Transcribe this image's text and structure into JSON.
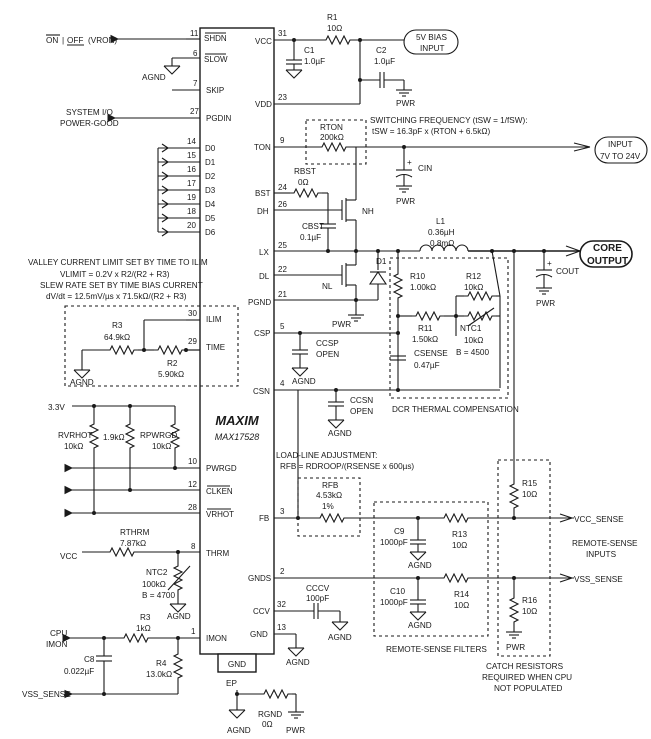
{
  "chip": {
    "logo": "MAXIM",
    "part_number": "MAX17528"
  },
  "pins_left": {
    "shdn": {
      "num": "11",
      "name": "SHDN"
    },
    "slow": {
      "num": "6",
      "name": "SLOW"
    },
    "skip": {
      "num": "7",
      "name": "SKIP"
    },
    "pgdin": {
      "num": "27",
      "name": "PGDIN"
    },
    "d": [
      {
        "num": "14",
        "name": "D0"
      },
      {
        "num": "15",
        "name": "D1"
      },
      {
        "num": "16",
        "name": "D2"
      },
      {
        "num": "17",
        "name": "D3"
      },
      {
        "num": "19",
        "name": "D4"
      },
      {
        "num": "18",
        "name": "D5"
      },
      {
        "num": "20",
        "name": "D6"
      }
    ],
    "ilim": {
      "num": "30",
      "name": "ILIM"
    },
    "time": {
      "num": "29",
      "name": "TIME"
    },
    "pwrgd": {
      "num": "10",
      "name": "PWRGD"
    },
    "clken": {
      "num": "12",
      "name": "CLKEN"
    },
    "vrhot": {
      "num": "28",
      "name": "VRHOT"
    },
    "thrm": {
      "num": "8",
      "name": "THRM"
    },
    "imon": {
      "num": "1",
      "name": "IMON"
    }
  },
  "pins_right": {
    "vcc": {
      "num": "31",
      "name": "VCC"
    },
    "vdd": {
      "num": "23",
      "name": "VDD"
    },
    "ton": {
      "num": "9",
      "name": "TON"
    },
    "bst": {
      "num": "24",
      "name": "BST"
    },
    "dh": {
      "num": "26",
      "name": "DH"
    },
    "lx": {
      "num": "25",
      "name": "LX"
    },
    "dl": {
      "num": "22",
      "name": "DL"
    },
    "pgnd": {
      "num": "21",
      "name": "PGND"
    },
    "csp": {
      "num": "5",
      "name": "CSP"
    },
    "csn": {
      "num": "4",
      "name": "CSN"
    },
    "fb": {
      "num": "3",
      "name": "FB"
    },
    "gnds": {
      "num": "2",
      "name": "GNDS"
    },
    "ccv": {
      "num": "32",
      "name": "CCV"
    },
    "gnd": {
      "num": "13",
      "name": "GND"
    }
  },
  "chip_bottom": {
    "gnd": "GND",
    "ep": "EP"
  },
  "labels": {
    "on_off": "ON",
    "off": "OFF",
    "vron": "(VRON)",
    "system_io": "SYSTEM I/O",
    "power_good": "POWER-GOOD",
    "valley_title": "VALLEY CURRENT LIMIT SET BY TIME TO ILIM",
    "valley_eq": "VLIMIT = 0.2V x R2/(R2 + R3)",
    "slew_title": "SLEW RATE SET BY TIME BIAS CURRENT",
    "slew_eq": "dV/dt = 12.5mV/µs x 71.5kΩ/(R2 + R3)",
    "v33": "3.3V",
    "vcc": "VCC",
    "cpu_imon_1": "CPU",
    "cpu_imon_2": "IMON",
    "vss_sense_left": "VSS_SENSE",
    "bias_input_1": "5V BIAS",
    "bias_input_2": "INPUT",
    "input_1": "INPUT",
    "input_2": "7V TO 24V",
    "core_1": "CORE",
    "core_2": "OUTPUT",
    "sw_freq_1": "SWITCHING FREQUENCY (tSW = 1/fSW):",
    "sw_freq_2": "tSW = 16.3pF x (RTON + 6.5kΩ)",
    "dcr_comp": "DCR THERMAL COMPENSATION",
    "loadline_1": "LOAD-LINE ADJUSTMENT:",
    "loadline_2": "RFB = RDROOP/(RSENSE x 600µs)",
    "vcc_sense": "VCC_SENSE",
    "vss_sense": "VSS_SENSE",
    "remote_inputs_1": "REMOTE-SENSE",
    "remote_inputs_2": "INPUTS",
    "remote_filters": "REMOTE-SENSE FILTERS",
    "catch_1": "CATCH RESISTORS",
    "catch_2": "REQUIRED WHEN CPU",
    "catch_3": "NOT POPULATED",
    "agnd": "AGND",
    "pwr": "PWR",
    "open": "OPEN"
  },
  "components": {
    "r1": {
      "ref": "R1",
      "val": "10Ω"
    },
    "c1": {
      "ref": "C1",
      "val": "1.0µF"
    },
    "c2": {
      "ref": "C2",
      "val": "1.0µF"
    },
    "rton": {
      "ref": "RTON",
      "val": "200kΩ"
    },
    "cin": {
      "ref": "CIN"
    },
    "rbst": {
      "ref": "RBST",
      "val": "0Ω"
    },
    "cbst": {
      "ref": "CBST",
      "val": "0.1µF"
    },
    "nh": {
      "ref": "NH"
    },
    "nl": {
      "ref": "NL"
    },
    "d1": {
      "ref": "D1"
    },
    "l1": {
      "ref": "L1",
      "val1": "0.36µH",
      "val2": "0.8mΩ"
    },
    "cout": {
      "ref": "COUT"
    },
    "r10": {
      "ref": "R10",
      "val": "1.00kΩ"
    },
    "r12": {
      "ref": "R12",
      "val": "10kΩ"
    },
    "r11": {
      "ref": "R11",
      "val": "1.50kΩ"
    },
    "ntc1": {
      "ref": "NTC1",
      "val": "10kΩ",
      "b": "B = 4500"
    },
    "csense": {
      "ref": "CSENSE",
      "val": "0.47µF"
    },
    "ccsp": {
      "ref": "CCSP",
      "val": "OPEN"
    },
    "ccsn": {
      "ref": "CCSN",
      "val": "OPEN"
    },
    "r3": {
      "ref": "R3",
      "val": "64.9kΩ"
    },
    "r2": {
      "ref": "R2",
      "val": "5.90kΩ"
    },
    "rvrhot": {
      "ref": "RVRHOT",
      "val": "10kΩ"
    },
    "r_mid": {
      "val": "1.9kΩ"
    },
    "rpwrgd": {
      "ref": "RPWRGD",
      "val": "10kΩ"
    },
    "rthrm": {
      "ref": "RTHRM",
      "val": "7.87kΩ"
    },
    "ntc2": {
      "ref": "NTC2",
      "val": "100kΩ",
      "b": "B = 4700"
    },
    "r3b": {
      "ref": "R3",
      "val": "1kΩ"
    },
    "c8": {
      "ref": "C8",
      "val": "0.022µF"
    },
    "r4": {
      "ref": "R4",
      "val": "13.0kΩ"
    },
    "rfb": {
      "ref": "RFB",
      "val": "4.53kΩ",
      "tol": "1%"
    },
    "c9": {
      "ref": "C9",
      "val": "1000pF"
    },
    "r13": {
      "ref": "R13",
      "val": "10Ω"
    },
    "c10": {
      "ref": "C10",
      "val": "1000pF"
    },
    "r14": {
      "ref": "R14",
      "val": "10Ω"
    },
    "r15": {
      "ref": "R15",
      "val": "10Ω"
    },
    "r16": {
      "ref": "R16",
      "val": "10Ω"
    },
    "cccv": {
      "ref": "CCCV",
      "val": "100pF"
    },
    "rgnd": {
      "ref": "RGND",
      "val": "0Ω"
    }
  }
}
